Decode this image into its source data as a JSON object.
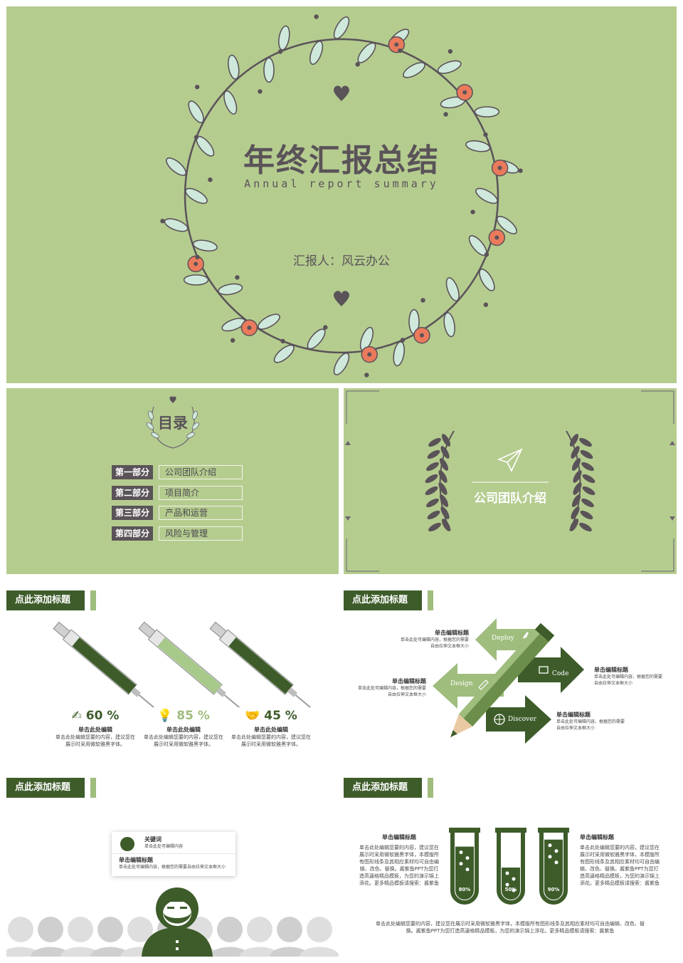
{
  "colors": {
    "green_bg": "#b5cc8f",
    "dark_green": "#3d5c2a",
    "mid_green": "#6b8f4a",
    "light_green": "#9fbd7d",
    "leaf": "#cfe8dc",
    "flower": "#ea7a5c",
    "ink": "#5a5358"
  },
  "cover": {
    "title": "年终汇报总结",
    "subtitle": "Annual report summary",
    "reporter": "汇报人：风云办公"
  },
  "toc": {
    "title": "目录",
    "items": [
      {
        "tag": "第一部分",
        "label": "公司团队介绍"
      },
      {
        "tag": "第二部分",
        "label": "项目简介"
      },
      {
        "tag": "第三部分",
        "label": "产品和运营"
      },
      {
        "tag": "第四部分",
        "label": "风险与管理"
      }
    ]
  },
  "section": {
    "title": "公司团队介绍"
  },
  "slide_syringes": {
    "heading": "点此添加标题",
    "items": [
      {
        "percent": "60 %",
        "title": "单击此处编辑",
        "desc": "单击此处编辑您要的内容，建议您在展示时采用微软雅黑字体。"
      },
      {
        "percent": "85 %",
        "title": "单击此处编辑",
        "desc": "单击此处编辑您要的内容，建议您在展示时采用微软雅黑字体。"
      },
      {
        "percent": "45 %",
        "title": "单击此处编辑",
        "desc": "单击此处编辑您要的内容，建议您在展示时采用微软雅黑字体。"
      }
    ]
  },
  "slide_pencil": {
    "heading": "点此添加标题",
    "arrows": [
      "Deploy",
      "Code",
      "Design",
      "Discover"
    ],
    "blocks": [
      {
        "title": "单击编辑标题",
        "desc": "单击此处可编辑内容，根据您的需要自由拉伸文本框大小"
      },
      {
        "title": "单击编辑标题",
        "desc": "单击此处可编辑内容，根据您的需要自由拉伸文本框大小"
      },
      {
        "title": "单击编辑标题",
        "desc": "单击此处可编辑内容，根据您的需要自由拉伸文本框大小"
      },
      {
        "title": "单击编辑标题",
        "desc": "单击此处可编辑内容，根据您的需要自由拉伸文本框大小"
      }
    ]
  },
  "slide_people": {
    "heading": "点此添加标题",
    "keyword": "关键词",
    "keyword_desc": "单击此处可编辑内容",
    "edit_title": "单击编辑标题",
    "edit_desc": "单击此处可编辑内容，根据您的需要自由拉伸文本框大小"
  },
  "slide_tubes": {
    "heading": "点此添加标题",
    "left_title": "单击编辑标题",
    "left_desc": "单击此处编辑您要的内容，建议您在展示时采用微软雅黑字体，本模版所有图形线条及其相应素材均可自由编辑、改色、替换。酱紫鱼PPT为您打造高逼格精品模板，为您的演示锦上添花。更多精品模板请搜索：酱紫鱼",
    "right_title": "单击编辑标题",
    "right_desc": "单击此处编辑您要的内容，建议您在展示时采用微软雅黑字体，本模版所有图形线条及其相应素材均可自由编辑、改色、替换。酱紫鱼PPT为您打造高逼格精品模板，为您的演示锦上添花。更多精品模板请搜索：酱紫鱼",
    "levels": [
      "80%",
      "50%",
      "90%"
    ],
    "footer": "单击此处编辑您要的内容，建议您在展示时采用微软雅黑字体，本模版所有图形线条及其相应素材均可自由编辑、改色、替换。酱紫鱼PPT为您打造高逼格精品模板，为您的演示锦上添花。更多精品模板请搜索：酱紫鱼"
  }
}
